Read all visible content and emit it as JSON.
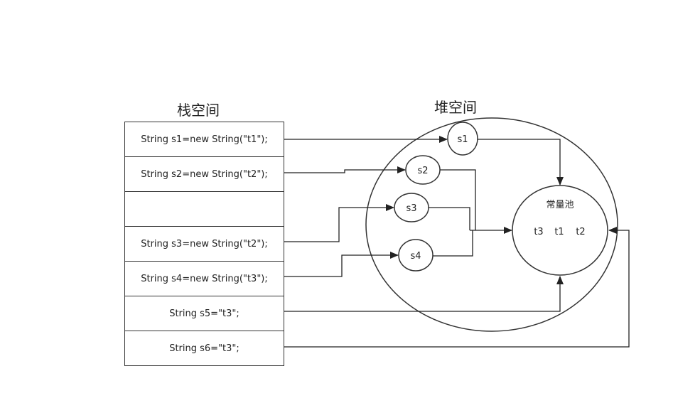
{
  "titles": {
    "stack": "栈空间",
    "heap": "堆空间"
  },
  "stack_rows": [
    "String s1=new String(\"t1\");",
    "String s2=new String(\"t2\");",
    "",
    "String s3=new String(\"t2\");",
    "String s4=new String(\"t3\");",
    "String s5=\"t3\";",
    "String s6=\"t3\";"
  ],
  "heap_objects": [
    "s1",
    "s2",
    "s3",
    "s4"
  ],
  "constant_pool": {
    "label": "常量池",
    "items": [
      "t3",
      "t1",
      "t2"
    ]
  }
}
